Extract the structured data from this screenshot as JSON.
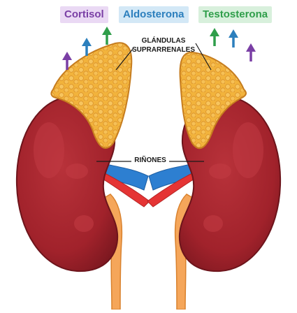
{
  "hormones": [
    {
      "name": "Cortisol",
      "color": "#7a3fa5"
    },
    {
      "name": "Aldosterona",
      "color": "#2c7fbd"
    },
    {
      "name": "Testosterona",
      "color": "#2f9e4a"
    }
  ],
  "labels": {
    "glands_line1": "GLÁNDULAS",
    "glands_line2": "SUPRARRENALES",
    "kidneys": "RIÑONES"
  },
  "colors": {
    "kidney": "#a8232c",
    "kidney_dark": "#7c1820",
    "gland": "#f2b33c",
    "ureter": "#f5a65a",
    "artery": "#e53434",
    "vein": "#2d7fd1"
  }
}
